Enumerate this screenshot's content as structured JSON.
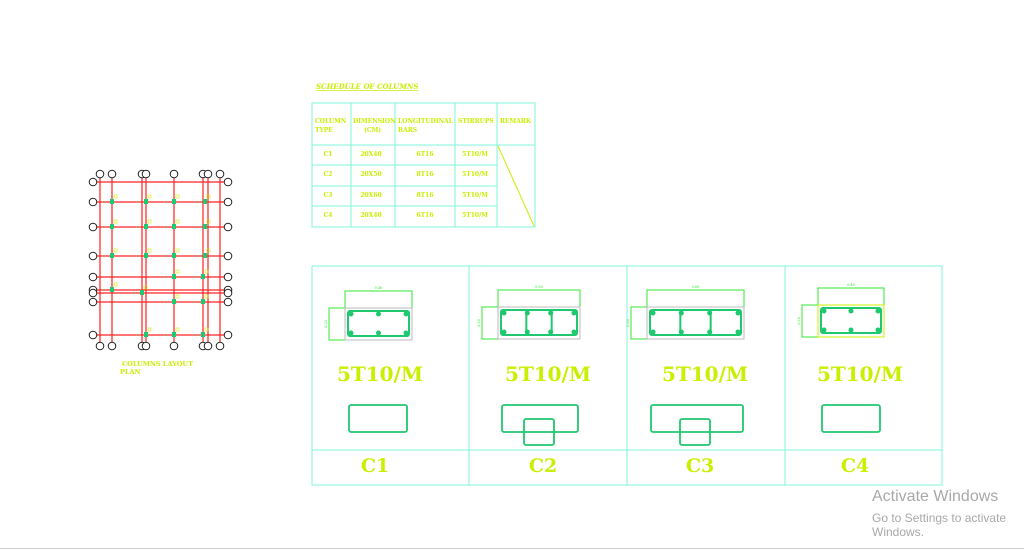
{
  "schedule": {
    "title": "SCHEDULE OF COLUMNS",
    "headers": [
      [
        "COLUMN",
        "TYPE"
      ],
      [
        "DIMENSION",
        "(CM)"
      ],
      [
        "LONGITUDINAL",
        "BARS"
      ],
      [
        "STIRRUPS",
        ""
      ],
      [
        "REMARK",
        ""
      ]
    ],
    "rows": [
      [
        "C1",
        "20X40",
        "6T16",
        "5T10/M"
      ],
      [
        "C2",
        "20X50",
        "8T16",
        "5T10/M"
      ],
      [
        "C3",
        "20X60",
        "8T16",
        "5T10/M"
      ],
      [
        "C4",
        "20X40",
        "6T16",
        "5T10/M"
      ]
    ]
  },
  "plan": {
    "label_line1": "COLUMNS LAYOUT",
    "label_line2": "PLAN"
  },
  "sections": [
    {
      "name": "C1",
      "stirrups": "5T10/M",
      "width_dim": "0.40",
      "depth_dim": "0.20"
    },
    {
      "name": "C2",
      "stirrups": "5T10/M",
      "width_dim": "0.50",
      "depth_dim": "0.20"
    },
    {
      "name": "C3",
      "stirrups": "5T10/M",
      "width_dim": "0.60",
      "depth_dim": "0.20"
    },
    {
      "name": "C4",
      "stirrups": "5T10/M",
      "width_dim": "0.40",
      "depth_dim": "0.20"
    }
  ],
  "watermark": {
    "line1": "Activate Windows",
    "line2": "Go to Settings to activate Windows."
  },
  "colors": {
    "text": "#c8f000",
    "table": "#7ff5d8",
    "grid": "#ff2020",
    "rebar": "#1ec86e",
    "dim": "#33e833"
  }
}
